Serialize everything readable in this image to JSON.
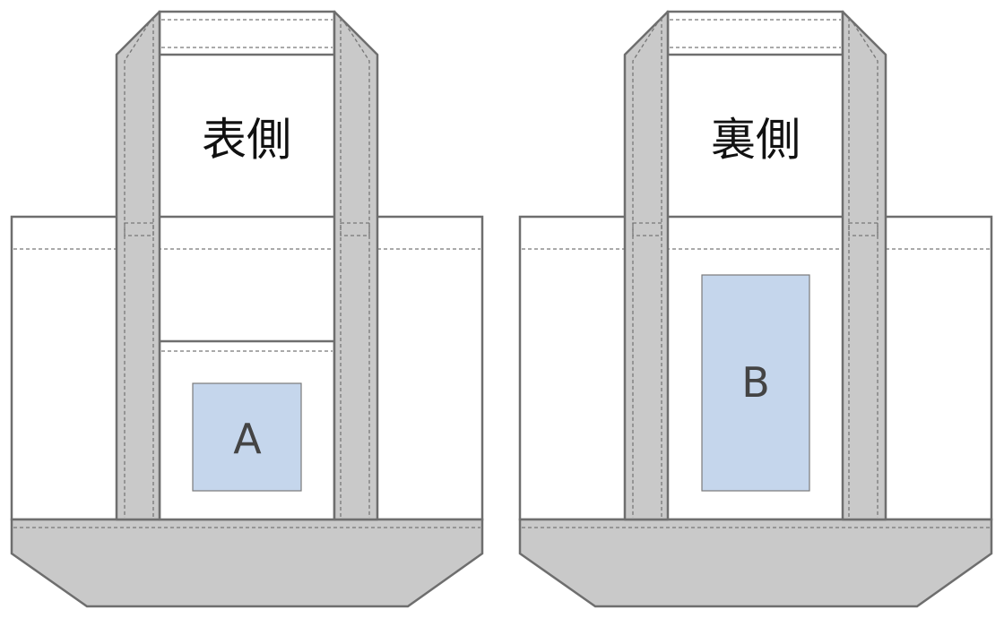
{
  "colors": {
    "background": "#ffffff",
    "bag_body": "#ffffff",
    "outline": "#6e6e6e",
    "handle_fill": "#c9c9c9",
    "gusset_fill": "#c9c9c9",
    "print_area_fill": "#c5d6ec",
    "stitch": "#777777",
    "label_text": "#111111",
    "area_text": "#444444"
  },
  "front": {
    "side_label": "表側",
    "print_area_label": "A",
    "has_pocket": true
  },
  "back": {
    "side_label": "裏側",
    "print_area_label": "B",
    "has_pocket": false
  }
}
